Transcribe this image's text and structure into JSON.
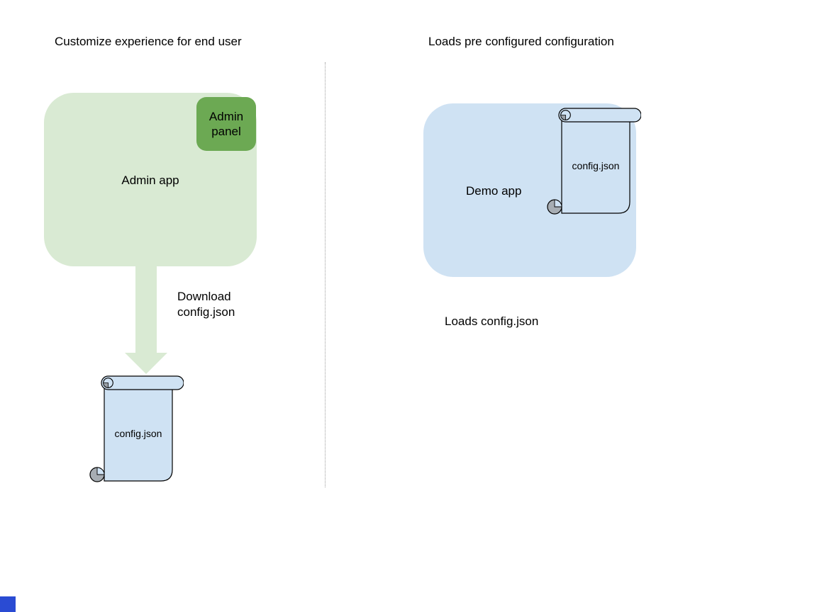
{
  "palette": {
    "admin_app_fill": "#d9ead3",
    "admin_panel_fill": "#6ca953",
    "arrow_fill": "#d9ead3",
    "demo_app_fill": "#cfe2f3",
    "scroll_fill": "#cfe2f3",
    "scroll_curl_gray": "#a7adb3",
    "divider_color": "#9e9e9e",
    "text_color": "#000000",
    "corner_marker_color": "#2a4bd3"
  },
  "left": {
    "title": "Customize experience for end user",
    "admin_app_label": "Admin app",
    "admin_panel_label": "Admin panel",
    "download_label": "Download config.json",
    "config_file_label": "config.json"
  },
  "right": {
    "title": "Loads pre configured configuration",
    "demo_app_label": "Demo app",
    "config_file_label": "config.json",
    "caption": "Loads config.json"
  }
}
